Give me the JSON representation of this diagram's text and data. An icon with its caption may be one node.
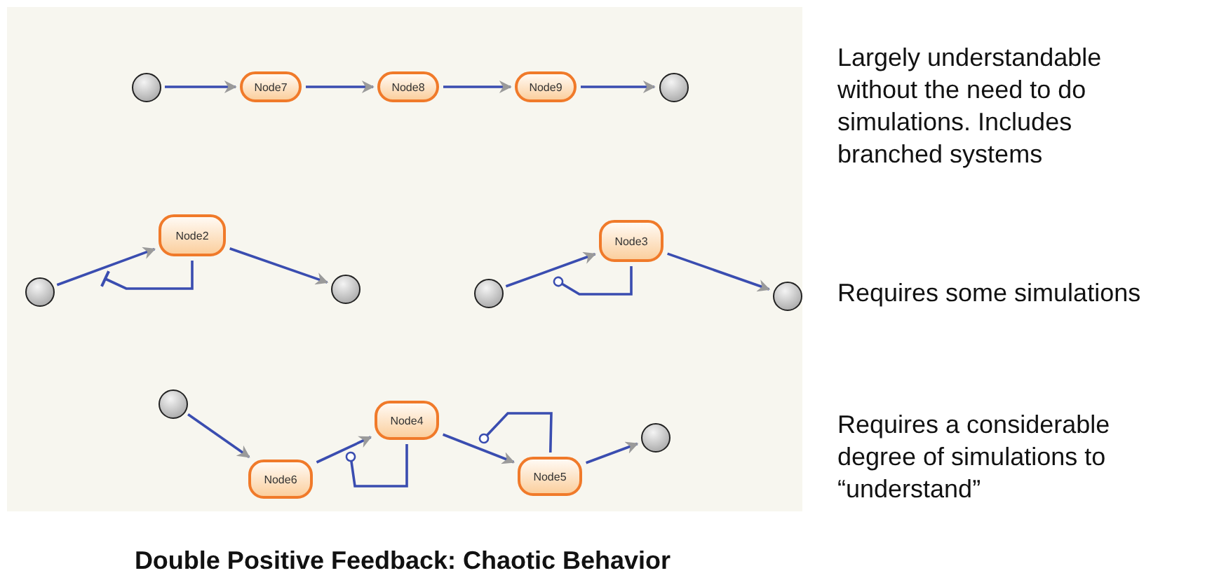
{
  "diagram": {
    "title": "Double Positive Feedback: Chaotic Behavior",
    "nodes": [
      {
        "text": [],
        "shape": "circle"
      },
      {
        "text": [
          "Node7"
        ]
      },
      {
        "text": [
          "Node8"
        ]
      },
      {
        "text": [
          "Node9"
        ]
      },
      {
        "text": [],
        "shape": "circle"
      },
      {
        "text": [
          "Node2"
        ]
      },
      {
        "text": [
          "Node3"
        ]
      },
      {
        "text": [],
        "shape": "circle"
      },
      {
        "text": [],
        "shape": "circle"
      },
      {
        "text": [],
        "shape": "circle"
      },
      {
        "text": [],
        "shape": "circle"
      },
      {
        "text": [],
        "shape": "circle"
      },
      {
        "text": [
          "Node4"
        ]
      },
      {
        "text": [],
        "shape": "circle"
      },
      {
        "text": [
          "Node5"
        ]
      },
      {
        "text": [
          "Node6"
        ]
      }
    ],
    "edges": [
      {
        "from": 0,
        "to": 1,
        "arrow": "to"
      },
      {
        "from": 1,
        "to": 2,
        "arrow": "to"
      },
      {
        "from": 2,
        "to": 3,
        "arrow": "to"
      },
      {
        "from": 3,
        "to": 4,
        "arrow": "to"
      },
      {
        "from": 7,
        "to": 5,
        "arrow": "to"
      },
      {
        "from": 5,
        "to": 8,
        "arrow": "to"
      },
      {
        "from": 5,
        "to": null,
        "arrow": "other"
      },
      {
        "from": 9,
        "to": 6,
        "arrow": "to"
      },
      {
        "from": 6,
        "to": 10,
        "arrow": "to"
      },
      {
        "from": 6,
        "to": null,
        "arrow": "other"
      },
      {
        "from": 11,
        "to": 15,
        "arrow": "to"
      },
      {
        "from": 15,
        "to": 12,
        "arrow": "to"
      },
      {
        "from": 12,
        "to": 14,
        "arrow": "to"
      },
      {
        "from": 14,
        "to": 13,
        "arrow": "to"
      },
      {
        "from": 12,
        "to": null,
        "arrow": "other"
      },
      {
        "from": 14,
        "to": null,
        "arrow": "other"
      }
    ],
    "labels": [
      "Largely understandable without the need to do simulations. Includes branched systems",
      "Requires some simulations",
      "Requires a considerable degree of simulations to “understand”"
    ]
  }
}
